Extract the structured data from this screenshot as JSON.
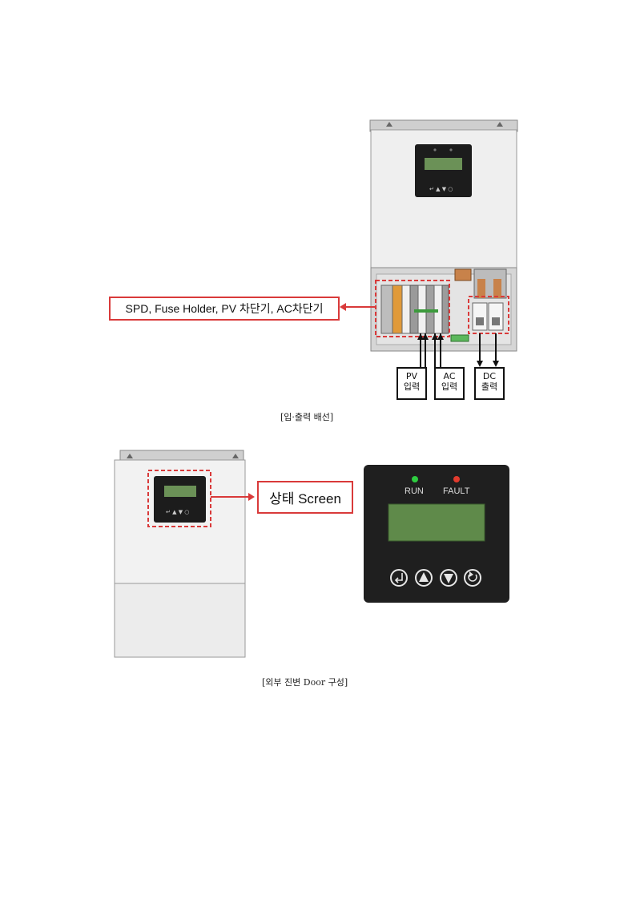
{
  "figure1": {
    "callout_label": "SPD, Fuse Holder, PV 차단기, AC차단기",
    "pv_input": {
      "line1": "PV",
      "line2": "입력"
    },
    "ac_input": {
      "line1": "AC",
      "line2": "입력"
    },
    "dc_output": {
      "line1": "DC",
      "line2": "출력"
    },
    "caption": "[입·출력 배선]"
  },
  "figure2": {
    "callout_label": "상태 Screen",
    "run_label": "RUN",
    "fault_label": "FAULT",
    "caption": "[외부 진변 Door 구성]"
  },
  "colors": {
    "callout_red": "#d93a3a",
    "panel_dark": "#1f1f1f",
    "lcd_green": "#5f8a4a",
    "run_led": "#2ecc40",
    "fault_led": "#e23b2e"
  }
}
